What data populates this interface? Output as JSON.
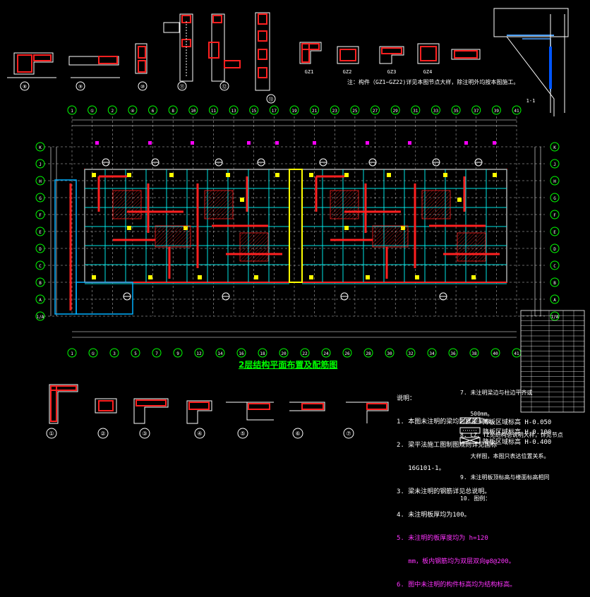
{
  "plan_title": "2层结构平面布置及配筋图",
  "top_note": "注：构件（GZ1~GZ22)详见本图节点大样，除注明外均按本图施工。",
  "grid_top": [
    "1",
    "①",
    "2",
    "④",
    "6",
    "8",
    "10",
    "11",
    "13",
    "15",
    "17",
    "19",
    "21",
    "23",
    "25",
    "27",
    "29",
    "31",
    "33",
    "35",
    "37",
    "39",
    "41"
  ],
  "grid_bottom": [
    "1",
    "①",
    "3",
    "5",
    "7",
    "9",
    "12",
    "14",
    "16",
    "18",
    "20",
    "22",
    "24",
    "26",
    "28",
    "30",
    "32",
    "34",
    "36",
    "38",
    "40",
    "41"
  ],
  "grid_rows": [
    "K",
    "J",
    "H",
    "G",
    "F",
    "E",
    "D",
    "C",
    "B",
    "A",
    "1/A"
  ],
  "detail_labels_top": [
    "⑧",
    "⑨",
    "⑩",
    "⑪",
    "⑫",
    "⑬",
    "GZ1",
    "GZ2",
    "GZ3",
    "GZ4"
  ],
  "detail_labels_bottom": [
    "①",
    "②",
    "③",
    "④",
    "⑤",
    "⑥",
    "⑦"
  ],
  "section_label": "1-1",
  "notes_title": "说明：",
  "notes_left": [
    "1. 本图未注明的梁均为框架梁KL。",
    "2. 梁平法施工图制图规则详见国标",
    "   16G101-1。",
    "3. 梁未注明的钢筋详见总说明。",
    "4. 未注明板厚均为100。"
  ],
  "notes_left_highlight": [
    "5. 未注明的板厚度均为 h=120",
    "   mm，板内钢筋均为双层双向φ8@200。",
    "6. 图中未注明的构件标高均为结构标高。"
  ],
  "notes_right": [
    "7. 未注明梁边与柱边平齐或",
    "   500mm。",
    "8. LZ、TZ见结构总说明大样，详见节点",
    "   大样图，本图只表达位置关系。",
    "9. 未注明板顶标高与楼面标高相同",
    "10. 图例："
  ],
  "legend": [
    {
      "label": "降板区域标高 H-0.050"
    },
    {
      "label": "降板区域标高 H-0.100"
    },
    {
      "label": "降板区域标高 H-0.400"
    }
  ],
  "colors": {
    "bg": "#000000",
    "grid": "#ffffff",
    "wall": "#ff0000",
    "beam": "#00ffff",
    "column": "#ffff00",
    "axis_circle": "#00ff00",
    "magenta": "#ff00ff"
  }
}
